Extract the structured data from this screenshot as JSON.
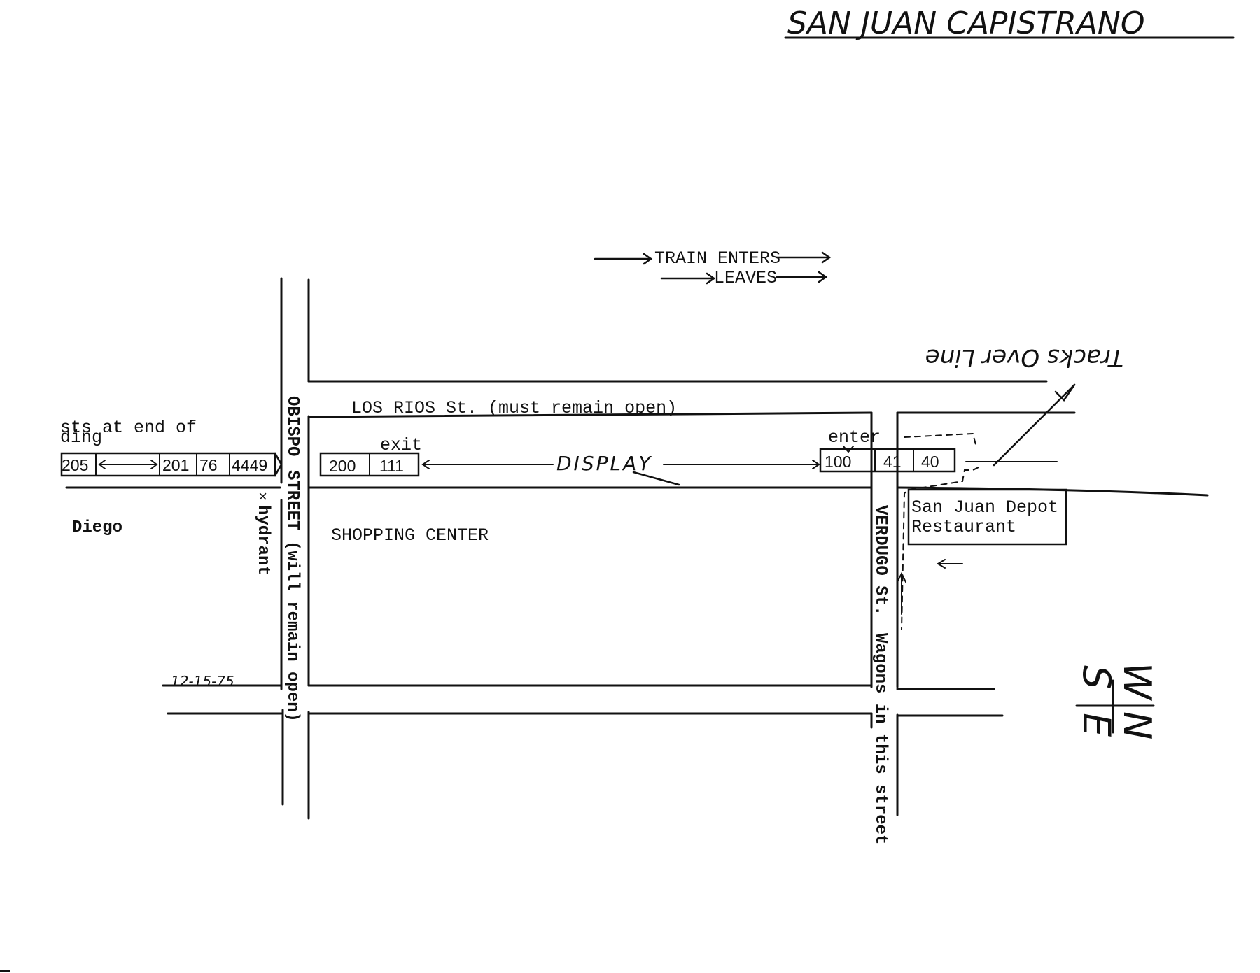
{
  "header": {
    "title_fragment": "SAN JUAN CAPISTRANO"
  },
  "train": {
    "enters_label": "TRAIN ENTERS",
    "leaves_label": "LEAVES"
  },
  "handwritten_note": "Tracks Over Line",
  "streets": {
    "los_rios": "LOS RIOS St. (must remain open)",
    "obispo_top": "OBISPO",
    "obispo_bottom": "STREET (will remain open)",
    "verdugo": "VERDUGO St.",
    "verdugo_note": "Wagons in this street"
  },
  "labels": {
    "left_note_line1": "sts at end of",
    "left_note_line2": "ding",
    "diego": "Diego",
    "hydrant": "hydrant",
    "shopping_center": "SHOPPING CENTER",
    "exit": "exit",
    "enter": "enter",
    "display": "DISPLAY",
    "restaurant_line1": "San Juan Depot",
    "restaurant_line2": "Restaurant",
    "date": "12-15-75"
  },
  "cars": {
    "left_train": [
      "205",
      "201",
      "76",
      "4449"
    ],
    "display_train_left": [
      "200",
      "111"
    ],
    "display_train_right": [
      "100",
      "41",
      "40"
    ]
  },
  "compass": {
    "north": "N",
    "south": "S",
    "east": "E",
    "west": "W"
  }
}
